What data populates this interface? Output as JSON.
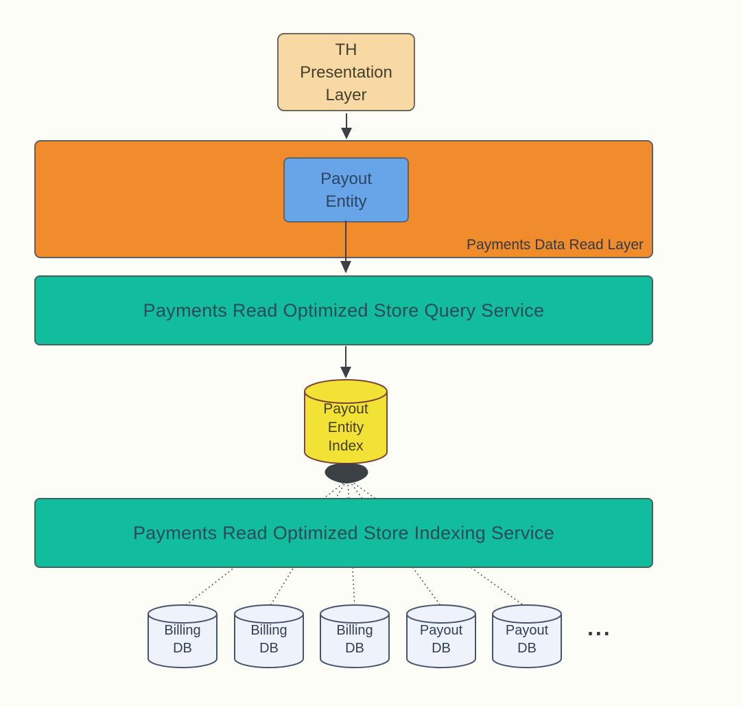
{
  "nodes": {
    "presentation": {
      "label": "TH Presentation Layer"
    },
    "data_read_layer": {
      "label": "Payments Data Read Layer"
    },
    "payout_entity": {
      "label": "Payout Entity"
    },
    "query_service": {
      "label": "Payments Read Optimized Store Query Service"
    },
    "payout_entity_index": {
      "label": "Payout Entity Index"
    },
    "indexing_service": {
      "label": "Payments Read Optimized Store Indexing Service"
    },
    "databases": [
      {
        "label": "Billing DB"
      },
      {
        "label": "Billing DB"
      },
      {
        "label": "Billing DB"
      },
      {
        "label": "Payout DB"
      },
      {
        "label": "Payout DB"
      }
    ],
    "ellipsis": "..."
  },
  "colors": {
    "presentation_fill": "#f8d9a3",
    "read_layer_fill": "#f18c2d",
    "entity_fill": "#67a4e8",
    "service_fill": "#12bd9e",
    "index_fill": "#f2e236",
    "db_fill": "#eef2fb",
    "connector": "#3a4043"
  }
}
